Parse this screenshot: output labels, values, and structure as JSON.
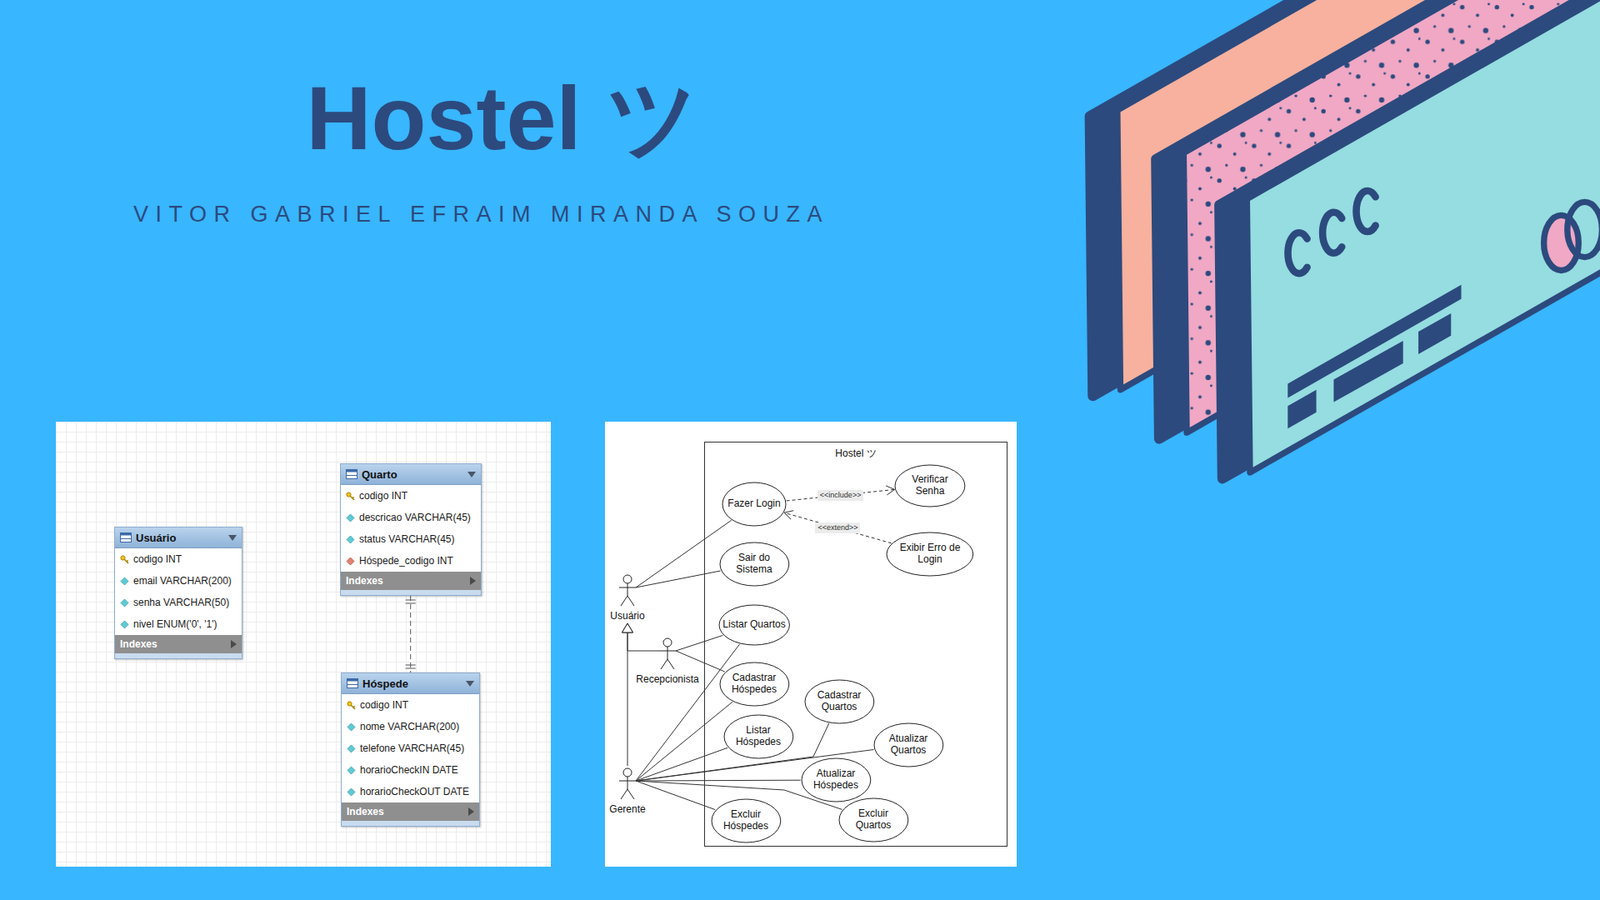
{
  "diagram": {
    "title": "Hostel ツ",
    "nodes": [
      {
        "text": [
          "Usuário",
          "codigo INT",
          "email VARCHAR(200)",
          "senha VARCHAR(50)",
          "nivel ENUM('0', '1')",
          "Indexes"
        ]
      },
      {
        "text": [
          "Quarto",
          "codigo INT",
          "descricao VARCHAR(45)",
          "status VARCHAR(45)",
          "Hóspede_codigo INT",
          "Indexes"
        ]
      },
      {
        "text": [
          "Hóspede",
          "codigo INT",
          "nome VARCHAR(200)",
          "telefone VARCHAR(45)",
          "horarioCheckIN DATE",
          "horarioCheckOUT DATE",
          "Indexes"
        ]
      },
      {
        "text": [
          "Hostel ツ"
        ]
      },
      {
        "text": [
          "Fazer Login"
        ],
        "in": 3
      },
      {
        "text": [
          "Verificar Senha"
        ],
        "in": 3
      },
      {
        "text": [
          "Sair do Sistema"
        ],
        "in": 3
      },
      {
        "text": [
          "Exibir Erro de Login"
        ],
        "in": 3
      },
      {
        "text": [
          "Listar Quartos"
        ],
        "in": 3
      },
      {
        "text": [
          "Cadastrar Hóspedes"
        ],
        "in": 3
      },
      {
        "text": [
          "Cadastrar Quartos"
        ],
        "in": 3
      },
      {
        "text": [
          "Listar Hóspedes"
        ],
        "in": 3
      },
      {
        "text": [
          "Atualizar Quartos"
        ],
        "in": 3
      },
      {
        "text": [
          "Atualizar Hóspedes"
        ],
        "in": 3
      },
      {
        "text": [
          "Excluir Hóspedes"
        ],
        "in": 3
      },
      {
        "text": [
          "Excluir Quartos"
        ],
        "in": 3
      },
      {
        "text": [
          "Usuário"
        ]
      },
      {
        "text": [
          "Recepcionista"
        ]
      },
      {
        "text": [
          "Gerente"
        ]
      }
    ],
    "edges": [
      {
        "from": 1,
        "to": 2,
        "arrow": "none"
      },
      {
        "from": 16,
        "to": 4,
        "arrow": "none"
      },
      {
        "from": 16,
        "to": 6,
        "arrow": "none"
      },
      {
        "from": 4,
        "to": 5,
        "label": "<<include>>",
        "arrow": "to"
      },
      {
        "from": 7,
        "to": 4,
        "label": "<<extend>>",
        "arrow": "to"
      },
      {
        "from": 17,
        "to": 16,
        "arrow": "to"
      },
      {
        "from": 18,
        "to": 16,
        "arrow": "to"
      },
      {
        "from": 17,
        "to": 8,
        "arrow": "none"
      },
      {
        "from": 17,
        "to": 9,
        "arrow": "none"
      },
      {
        "from": 18,
        "to": 8,
        "arrow": "none"
      },
      {
        "from": 18,
        "to": 9,
        "arrow": "none"
      },
      {
        "from": 18,
        "to": 11,
        "arrow": "none"
      },
      {
        "from": 18,
        "to": 10,
        "arrow": "none"
      },
      {
        "from": 18,
        "to": 12,
        "arrow": "none"
      },
      {
        "from": 18,
        "to": 13,
        "arrow": "none"
      },
      {
        "from": 18,
        "to": 14,
        "arrow": "none"
      },
      {
        "from": 18,
        "to": 15,
        "arrow": "none"
      }
    ],
    "labels": [
      "VITOR GABRIEL EFRAIM MIRANDA SOUZA"
    ]
  }
}
